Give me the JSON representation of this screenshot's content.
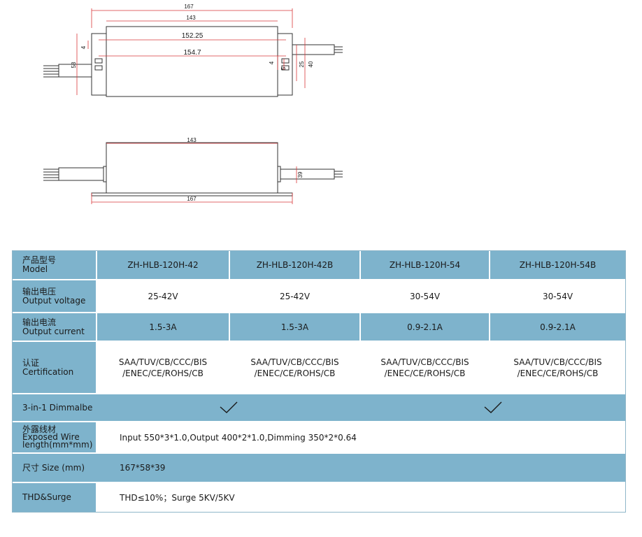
{
  "drawing": {
    "top_view": {
      "overall_length": "167",
      "body_length": "143",
      "hole_span_inner": "152.25",
      "hole_span_outer": "154.7",
      "overall_width": "58",
      "mount_slot": "4",
      "mount_slot_2": "4",
      "slot_width": "5",
      "body_width": "25",
      "flange_width": "40"
    },
    "side_view": {
      "body_length": "143",
      "overall_length": "167",
      "height": "39"
    }
  },
  "spec_table": {
    "headers": {
      "model_label_cn": "产品型号",
      "model_label_en": "Model",
      "models": [
        "ZH-HLB-120H-42",
        "ZH-HLB-120H-42B",
        "ZH-HLB-120H-54",
        "ZH-HLB-120H-54B"
      ]
    },
    "rows": [
      {
        "label_cn": "输出电压",
        "label_en": "Output voltage",
        "values": [
          "25-42V",
          "25-42V",
          "30-54V",
          "30-54V"
        ]
      },
      {
        "label_cn": "输出电流",
        "label_en": "Output current",
        "values": [
          "1.5-3A",
          "1.5-3A",
          "0.9-2.1A",
          "0.9-2.1A"
        ]
      },
      {
        "label_cn": "认证",
        "label_en": "Certification",
        "values": [
          "SAA/TUV/CB/CCC/BIS\n/ENEC/CE/ROHS/CB",
          "SAA/TUV/CB/CCC/BIS\n/ENEC/CE/ROHS/CB",
          "SAA/TUV/CB/CCC/BIS\n/ENEC/CE/ROHS/CB",
          "SAA/TUV/CB/CCC/BIS\n/ENEC/CE/ROHS/CB"
        ]
      }
    ],
    "dimmable": {
      "label": "3-in-1 Dimmalbe",
      "checks": [
        "check-icon",
        "check-icon"
      ]
    },
    "exposed_wire": {
      "label_cn": "外露线材",
      "label_en_1": "Exposed Wire",
      "label_en_2": "length(mm*mm)",
      "value": "Input 550*3*1.0,Output 400*2*1.0,Dimming 350*2*0.64"
    },
    "size": {
      "label": "尺寸 Size (mm)",
      "value": "167*58*39"
    },
    "thd": {
      "label": "THD&Surge",
      "value": "THD≤10%；Surge 5KV/5KV"
    }
  },
  "colors": {
    "table_blue": "#7eb3cc",
    "dimension_red": "#d9383a",
    "outline": "#333333"
  }
}
